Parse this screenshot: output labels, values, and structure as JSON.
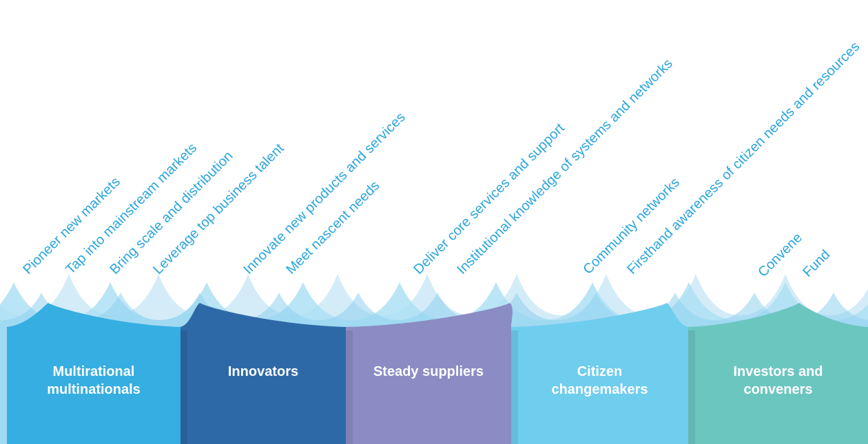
{
  "diagram": {
    "categories": [
      {
        "id": "multirational",
        "line1": "Multirational",
        "line2": "multinationals",
        "color": "#36aee2"
      },
      {
        "id": "innovators",
        "line1": "Innovators",
        "line2": "",
        "color": "#2e69a7"
      },
      {
        "id": "steady",
        "line1": "Steady suppliers",
        "line2": "",
        "color": "#8b8cc3"
      },
      {
        "id": "citizen",
        "line1": "Citizen",
        "line2": "changemakers",
        "color": "#6fcdee"
      },
      {
        "id": "investors",
        "line1": "Investors and",
        "line2": "conveners",
        "color": "#6cc6c0"
      }
    ],
    "attributes": [
      "Pioneer new markets",
      "Tap into mainstream markets",
      "Bring scale and distribution",
      "Leverage top business talent",
      "Innovate new products and services",
      "Meet nascent needs",
      "Deliver core services and support",
      "Institutional knowledge of systems and networks",
      "Community networks",
      "Firsthand awareness of citizen needs and resources",
      "Convene",
      "Fund"
    ],
    "colors": {
      "label_text": "#2aa5dc",
      "wave_light": "#d3ecf8",
      "wave_mid": "#aee0f4",
      "wave_deep": "#8fd2ef"
    }
  }
}
